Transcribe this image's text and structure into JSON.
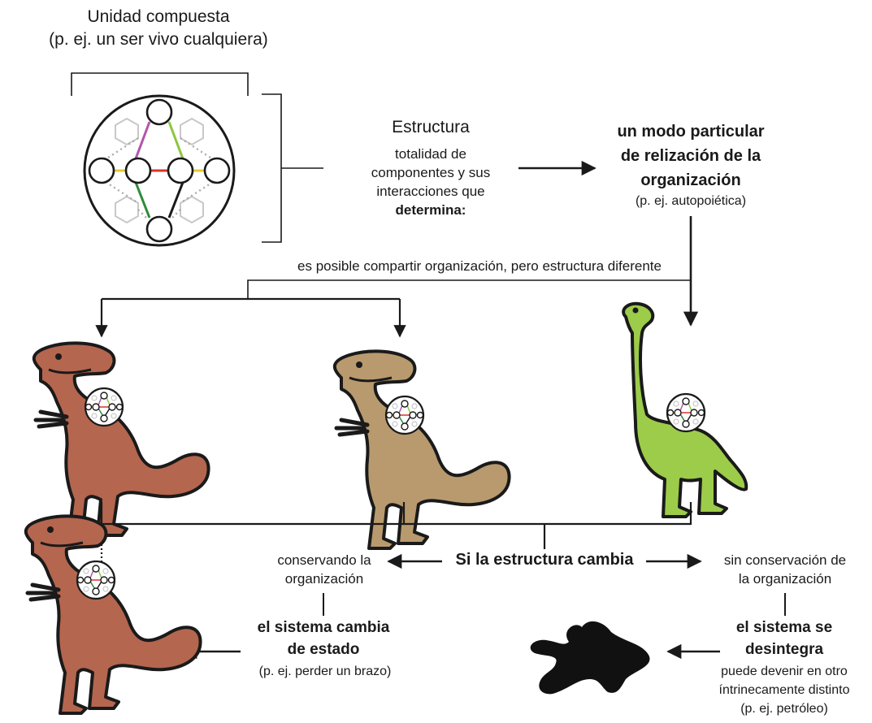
{
  "composite_unit": {
    "title": "Unidad compuesta",
    "example": "(p. ej. un ser vivo cualquiera)"
  },
  "structure": {
    "title": "Estructura",
    "line1": "totalidad de",
    "line2": "componentes y sus",
    "line3": "interacciones que",
    "line4": "determina:"
  },
  "organization": {
    "line1": "un modo particular",
    "line2": "de relización de la",
    "line3": "organización",
    "example": "(p. ej. autopoiética)"
  },
  "share_note": "es posible compartir organización, pero estructura diferente",
  "change": {
    "center": "Si la estructura cambia",
    "left_line1": "conservando la",
    "left_line2": "organización",
    "left_result_line1": "el sistema cambia",
    "left_result_line2": "de estado",
    "left_example": "(p. ej. perder un brazo)",
    "right_line1": "sin conservación de",
    "right_line2": "la organización",
    "right_result_line1": "el sistema se",
    "right_result_line2": "desintegra",
    "right_note_line1": "puede devenir en otro",
    "right_note_line2": "íntrinecamente distinto",
    "right_example": "(p. ej. petróleo)"
  },
  "colors": {
    "line": "#1a1a1a",
    "trex_red": "#b5664f",
    "trex_red_shade": "#9a5240",
    "trex_tan": "#b89a6e",
    "trex_tan_shade": "#9e8259",
    "sauropod_green": "#9ccc4a",
    "sauropod_green_shade": "#82b03a",
    "blob": "#111111",
    "hexagon": "#c8c8c8",
    "link_yellow": "#e6cc2a",
    "link_magenta": "#b455a8",
    "link_green": "#8cc63f",
    "link_red": "#d9352b",
    "link_darkgreen": "#2e8b3a",
    "link_dotted": "#aaaaaa"
  }
}
